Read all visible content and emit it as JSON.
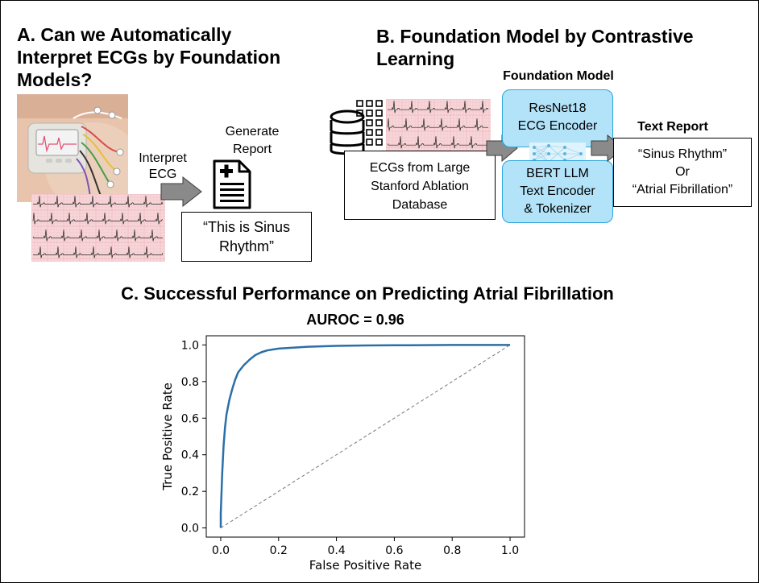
{
  "panel_a": {
    "title_line1": "A. Can we Automatically",
    "title_line2": "Interpret ECGs by Foundation",
    "title_line3": "Models?",
    "interpret_line1": "Interpret",
    "interpret_line2": "ECG",
    "generate_line1": "Generate",
    "generate_line2": "Report",
    "report_line1": "“This is Sinus",
    "report_line2": "Rhythm”"
  },
  "panel_b": {
    "title_line1": "B. Foundation Model by Contrastive",
    "title_line2": "Learning",
    "foundation_label": "Foundation Model",
    "ecg_db_line1": "ECGs from Large",
    "ecg_db_line2": "Stanford Ablation",
    "ecg_db_line3": "Database",
    "resnet_line1": "ResNet18",
    "resnet_line2": "ECG Encoder",
    "bert_line1": "BERT LLM",
    "bert_line2": "Text Encoder",
    "bert_line3": "& Tokenizer",
    "text_report_label": "Text Report",
    "output_line1": "“Sinus Rhythm”",
    "output_line2": "Or",
    "output_line3": "“Atrial Fibrillation”"
  },
  "panel_c": {
    "title": "C. Successful Performance on Predicting Atrial Fibrillation"
  },
  "chart_data": {
    "type": "line",
    "title": "AUROC = 0.96",
    "xlabel": "False Positive Rate",
    "ylabel": "True Positive Rate",
    "xlim": [
      0.0,
      1.0
    ],
    "ylim": [
      0.0,
      1.0
    ],
    "xticks": [
      "0.0",
      "0.2",
      "0.4",
      "0.6",
      "0.8",
      "1.0"
    ],
    "yticks": [
      "0.0",
      "0.2",
      "0.4",
      "0.6",
      "0.8",
      "1.0"
    ],
    "grid": false,
    "series": [
      {
        "color": "#2b6fa8",
        "x": [
          0.0,
          0.0,
          0.005,
          0.01,
          0.015,
          0.02,
          0.03,
          0.04,
          0.05,
          0.06,
          0.07,
          0.08,
          0.09,
          0.1,
          0.12,
          0.14,
          0.16,
          0.18,
          0.2,
          0.25,
          0.3,
          0.4,
          0.5,
          0.6,
          0.7,
          0.8,
          0.9,
          1.0
        ],
        "y": [
          0.0,
          0.08,
          0.3,
          0.45,
          0.55,
          0.62,
          0.7,
          0.76,
          0.81,
          0.85,
          0.87,
          0.89,
          0.905,
          0.92,
          0.945,
          0.96,
          0.97,
          0.975,
          0.98,
          0.985,
          0.99,
          0.995,
          0.997,
          0.998,
          0.999,
          1.0,
          1.0,
          1.0
        ]
      },
      {
        "color": "#777777",
        "dashed": true,
        "x": [
          0.0,
          1.0
        ],
        "y": [
          0.0,
          1.0
        ]
      }
    ]
  }
}
